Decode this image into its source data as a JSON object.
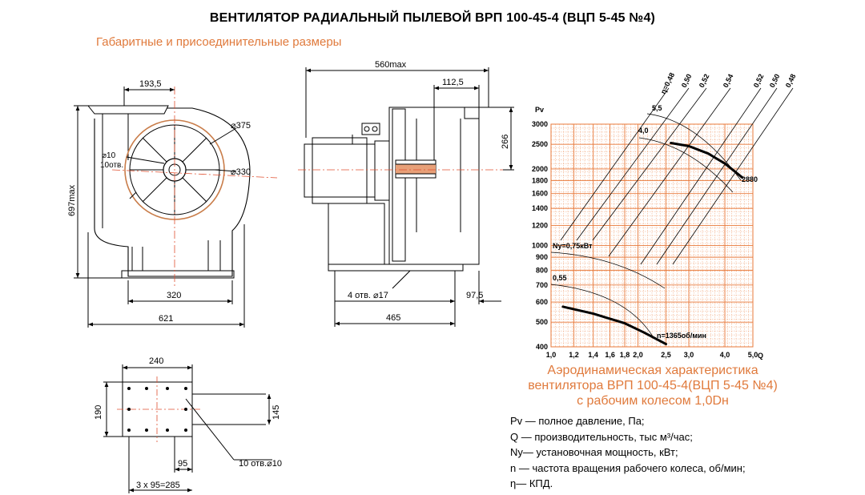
{
  "title": "ВЕНТИЛЯТОР РАДИАЛЬНЫЙ ПЫЛЕВОЙ ВРП 100-45-4 (ВЦП 5-45 №4)",
  "subtitle": "Габаритные и присоединительные размеры",
  "front_view": {
    "dim_top": "193,5",
    "dim_d375": "⌀375",
    "dim_d330": "⌀330",
    "dim_hole_d": "⌀10",
    "dim_hole_n": "10отв.",
    "dim_height": "697max",
    "dim_base": "320",
    "dim_width": "621"
  },
  "side_view": {
    "dim_length": "560max",
    "dim_outlet": "112,5",
    "dim_height": "266",
    "dim_holes": "4 отв.   ⌀17",
    "dim_right": "97,5",
    "dim_base": "465"
  },
  "flange_view": {
    "dim_top": "240",
    "dim_left": "190",
    "dim_right": "145",
    "dim_pitch": "95",
    "dim_total": "3 x 95=285",
    "dim_holes": "10 отв.⌀10"
  },
  "chart_data": {
    "type": "line",
    "title": "",
    "xlabel": "Q",
    "ylabel": "Pv",
    "xscale": "log",
    "yscale": "log",
    "xlim": [
      1.0,
      5.0
    ],
    "ylim": [
      400,
      3000
    ],
    "x_ticks": [
      1.0,
      1.2,
      1.4,
      1.6,
      1.8,
      2.0,
      2.5,
      3.0,
      4.0,
      5.0
    ],
    "x_tick_labels": [
      "1,0",
      "1,2",
      "1,4",
      "1,6",
      "1,8",
      "2,0",
      "2,5",
      "3,0",
      "4,0",
      "5,0"
    ],
    "y_ticks": [
      400,
      500,
      600,
      700,
      800,
      900,
      1000,
      1200,
      1400,
      1600,
      1800,
      2000,
      2500,
      3000
    ],
    "y_tick_labels": [
      "400",
      "500",
      "600",
      "700",
      "800",
      "900",
      "1000",
      "1200",
      "1400",
      "1600",
      "1800",
      "2000",
      "2500",
      "3000"
    ],
    "grid": true,
    "series": [
      {
        "name": "2880",
        "x": [
          2.6,
          3.0,
          3.5,
          4.0,
          4.6
        ],
        "y": [
          2530,
          2460,
          2300,
          2100,
          1850
        ]
      },
      {
        "name": "n=1365об/мин",
        "x": [
          1.1,
          1.4,
          1.8,
          2.1,
          2.5
        ],
        "y": [
          575,
          540,
          495,
          455,
          410
        ]
      }
    ],
    "efficiency_labels": [
      "η=0,48",
      "0,50",
      "0,52",
      "0,54",
      "0,52",
      "0,50",
      "0,48"
    ],
    "annotations": [
      "5,5",
      "4,0",
      "Ny=0,75кВт",
      "0,55"
    ],
    "colors": {
      "grid": "#e8793a",
      "curves": "#000000"
    }
  },
  "aero_title": {
    "line1": "Аэродинамическая характеристика",
    "line2": "вентилятора  ВРП 100-45-4(ВЦП 5-45 №4)",
    "line3": "с рабочим колесом 1,0Dн"
  },
  "legend": [
    "Pv — полное давление, Па;",
    "Q  — производительность, тыс м³/час;",
    "Ny— установочная мощность, кВт;",
    "n — частота вращения рабочего колеса,  об/мин;",
    "η— КПД."
  ]
}
